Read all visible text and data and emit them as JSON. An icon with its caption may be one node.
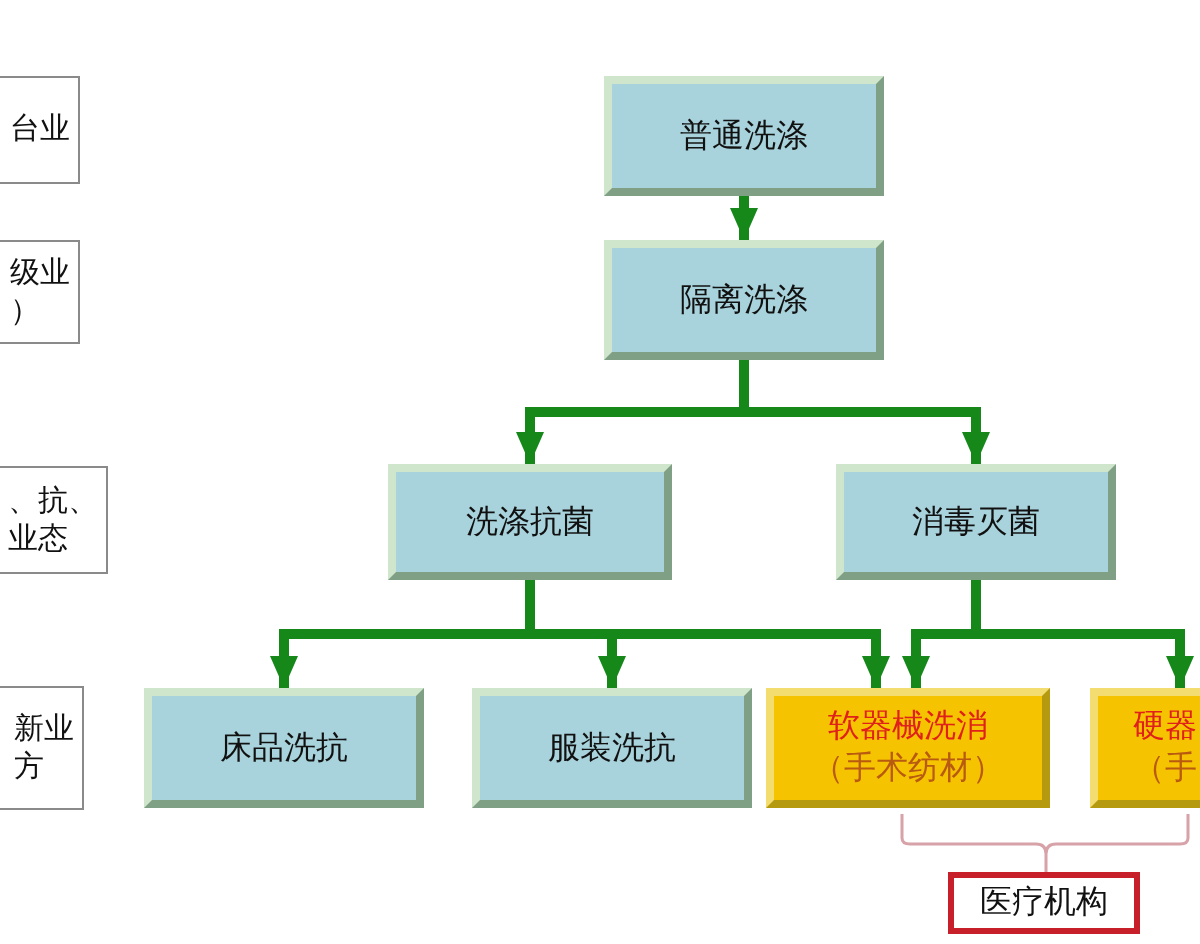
{
  "diagram": {
    "nodes": [
      {
        "text": [
          "台业"
        ]
      },
      {
        "text": [
          "级业）"
        ]
      },
      {
        "text": [
          "、抗、业态"
        ]
      },
      {
        "text": [
          "新业方"
        ]
      },
      {
        "text": [
          "普通洗涤"
        ]
      },
      {
        "text": [
          "隔离洗涤"
        ]
      },
      {
        "text": [
          "洗涤抗菌"
        ]
      },
      {
        "text": [
          "消毒灭菌"
        ]
      },
      {
        "text": [
          "床品洗抗"
        ]
      },
      {
        "text": [
          "服装洗抗"
        ]
      },
      {
        "text": [
          "软器械洗消",
          "（手术纺材）"
        ]
      },
      {
        "text": [
          "硬器",
          "（手"
        ]
      },
      {
        "text": [
          "医疗机构"
        ]
      }
    ],
    "edges": [
      {
        "from": 4,
        "to": 5,
        "arrow": "to"
      },
      {
        "from": 5,
        "to": 6,
        "arrow": "to"
      },
      {
        "from": 5,
        "to": 7,
        "arrow": "to"
      },
      {
        "from": 6,
        "to": 8,
        "arrow": "to"
      },
      {
        "from": 6,
        "to": 9,
        "arrow": "to"
      },
      {
        "from": 6,
        "to": 10,
        "arrow": "to"
      },
      {
        "from": 7,
        "to": 10,
        "arrow": "to"
      },
      {
        "from": 7,
        "to": 11,
        "arrow": "to"
      }
    ]
  }
}
